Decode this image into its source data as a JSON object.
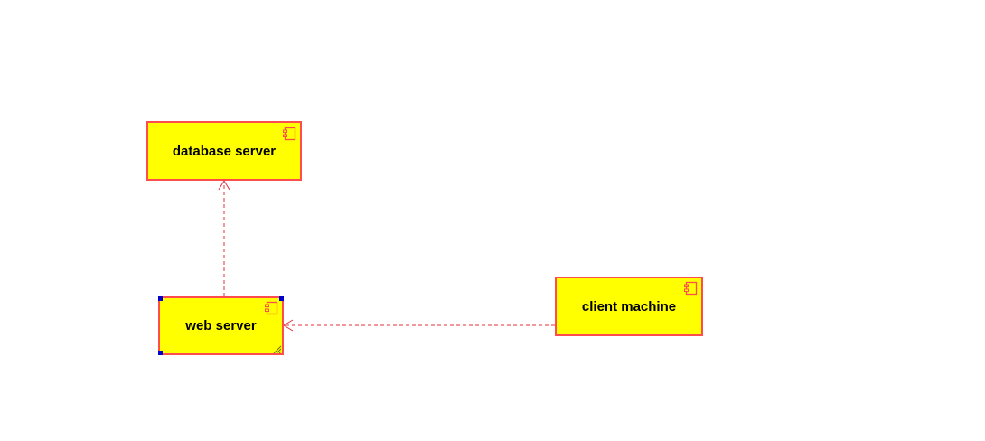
{
  "diagram": {
    "components": [
      {
        "id": "database-server",
        "label": "database server"
      },
      {
        "id": "web-server",
        "label": "web server",
        "selected": true
      },
      {
        "id": "client-machine",
        "label": "client machine"
      }
    ],
    "dependencies": [
      {
        "from": "web-server",
        "to": "database-server",
        "style": "dashed",
        "arrow": "open"
      },
      {
        "from": "client-machine",
        "to": "web-server",
        "style": "dashed",
        "arrow": "open"
      }
    ],
    "colors": {
      "component_fill": "#ffff00",
      "component_border": "#ff4d4d",
      "connector": "#e0303a",
      "selection_handle": "#0000cc",
      "background": "#ffffff"
    },
    "icons": {
      "component_icon": "uml-component-icon"
    }
  }
}
